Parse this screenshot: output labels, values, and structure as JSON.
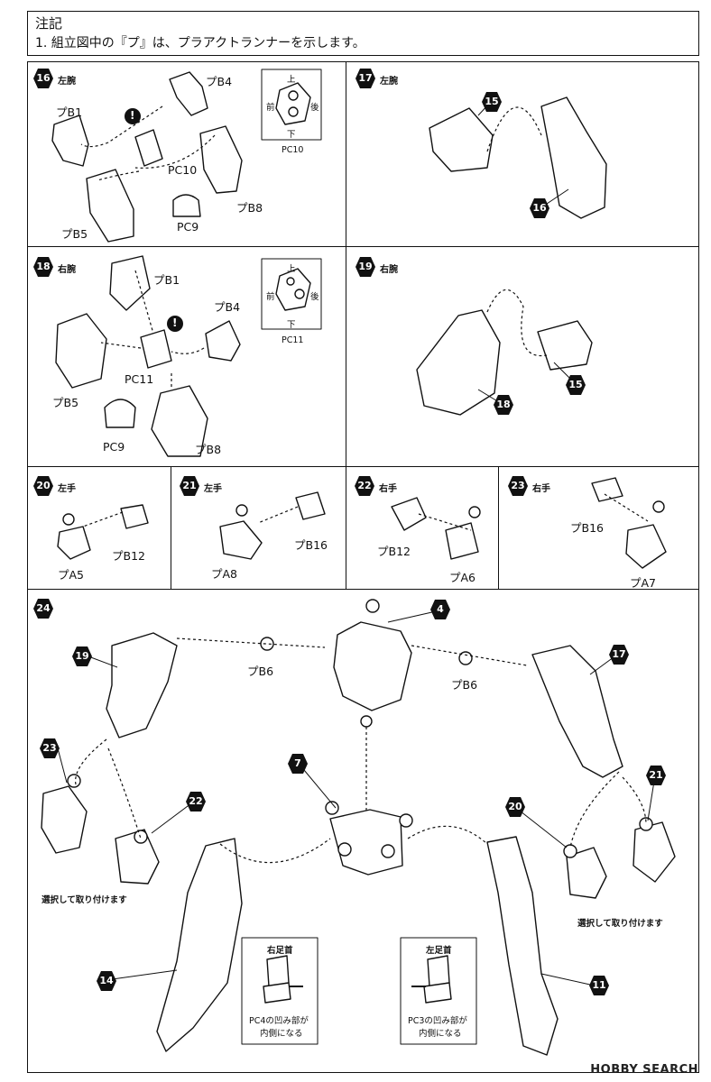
{
  "notes": {
    "title": "注記",
    "line1": "1. 組立図中の『プ』は、プラアクトランナーを示します。"
  },
  "steps": {
    "s16": {
      "num": "16",
      "title": "左腕"
    },
    "s17": {
      "num": "17",
      "title": "左腕"
    },
    "s18": {
      "num": "18",
      "title": "右腕"
    },
    "s19": {
      "num": "19",
      "title": "右腕"
    },
    "s20": {
      "num": "20",
      "title": "左手"
    },
    "s21": {
      "num": "21",
      "title": "左手"
    },
    "s22": {
      "num": "22",
      "title": "右手"
    },
    "s23": {
      "num": "23",
      "title": "右手"
    },
    "s24": {
      "num": "24"
    }
  },
  "refs": {
    "r15a": "15",
    "r16": "16",
    "r18": "18",
    "r15b": "15",
    "r19": "19",
    "r4": "4",
    "r17": "17",
    "r23": "23",
    "r22": "22",
    "r7": "7",
    "r20": "20",
    "r21": "21",
    "r14": "14",
    "r11": "11"
  },
  "parts": {
    "pB4": "プB4",
    "pB1": "プB1",
    "pC10": "PC10",
    "pB8": "プB8",
    "pB5": "プB5",
    "pC9": "PC9",
    "pB1b": "プB1",
    "pB4b": "プB4",
    "pC11": "PC11",
    "pB5b": "プB5",
    "pC9b": "PC9",
    "pB8b": "プB8",
    "pB12": "プB12",
    "pA5": "プA5",
    "pB16": "プB16",
    "pA8": "プA8",
    "pB12b": "プB12",
    "pA6": "プA6",
    "pB16b": "プB16",
    "pA7": "プA7",
    "pB6a": "プB6",
    "pB6b": "プB6"
  },
  "pc_diagrams": {
    "pc10": {
      "top": "上",
      "bottom": "下",
      "front": "前",
      "back": "後",
      "caption": "PC10"
    },
    "pc11": {
      "top": "上",
      "bottom": "下",
      "front": "前",
      "back": "後",
      "caption": "PC11"
    }
  },
  "choose_left": "選択して取り付けます",
  "choose_right": "選択して取り付けます",
  "ankles": {
    "right": {
      "title": "右足首",
      "note1": "PC4の凹み部が",
      "note2": "内側になる"
    },
    "left": {
      "title": "左足首",
      "note1": "PC3の凹み部が",
      "note2": "内側になる"
    }
  },
  "watermark": "HOBBY SEARCH"
}
